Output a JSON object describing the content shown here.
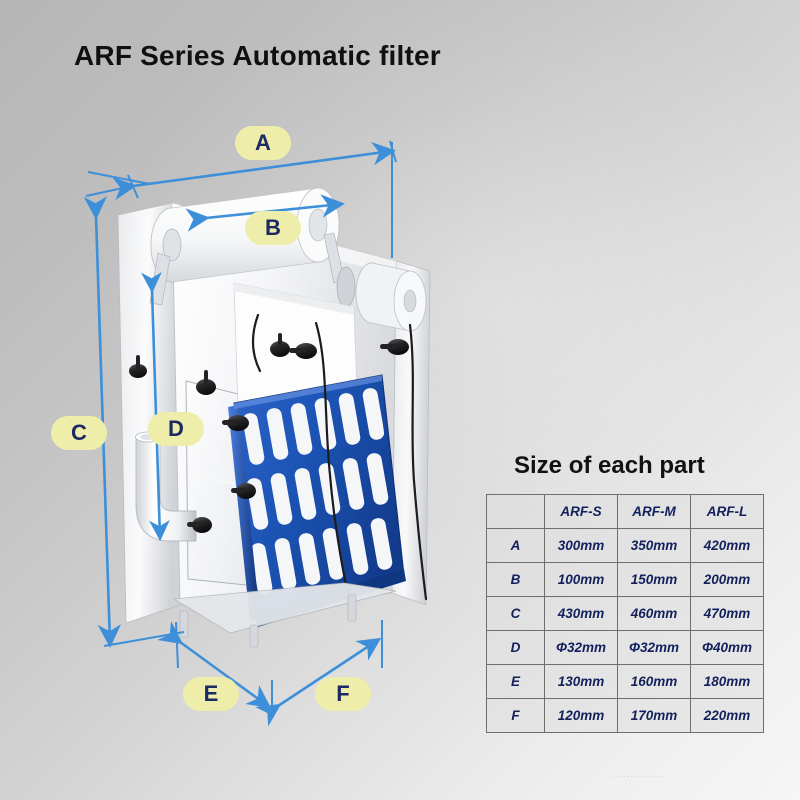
{
  "title": "ARF Series Automatic filter",
  "size_section": {
    "heading": "Size of each part",
    "columns": [
      "",
      "ARF-S",
      "ARF-M",
      "ARF-L"
    ],
    "rows": [
      {
        "part": "A",
        "values": [
          "300mm",
          "350mm",
          "420mm"
        ]
      },
      {
        "part": "B",
        "values": [
          "100mm",
          "150mm",
          "200mm"
        ]
      },
      {
        "part": "C",
        "values": [
          "430mm",
          "460mm",
          "470mm"
        ]
      },
      {
        "part": "D",
        "values": [
          "Φ32mm",
          "Φ32mm",
          "Φ40mm"
        ]
      },
      {
        "part": "E",
        "values": [
          "130mm",
          "160mm",
          "180mm"
        ]
      },
      {
        "part": "F",
        "values": [
          "120mm",
          "170mm",
          "220mm"
        ]
      }
    ]
  },
  "callouts": [
    {
      "id": "A",
      "label": "A",
      "meaning": "overall-width"
    },
    {
      "id": "B",
      "label": "B",
      "meaning": "roll-width"
    },
    {
      "id": "C",
      "label": "C",
      "meaning": "overall-height"
    },
    {
      "id": "D",
      "label": "D",
      "meaning": "outlet-pipe-diameter"
    },
    {
      "id": "E",
      "label": "E",
      "meaning": "base-depth-left"
    },
    {
      "id": "F",
      "label": "F",
      "meaning": "base-depth-right"
    }
  ],
  "colors": {
    "dimension_arrow": "#3c8fd8",
    "callout_fill": "#eeeeaa",
    "callout_text": "#1b2a63",
    "table_text": "#12205c",
    "filter_panel_blue": "#1d56b8",
    "background_dark": "#b6b6b6",
    "background_light": "#f6f6f6"
  },
  "watermark": {
    "text": "··············"
  }
}
